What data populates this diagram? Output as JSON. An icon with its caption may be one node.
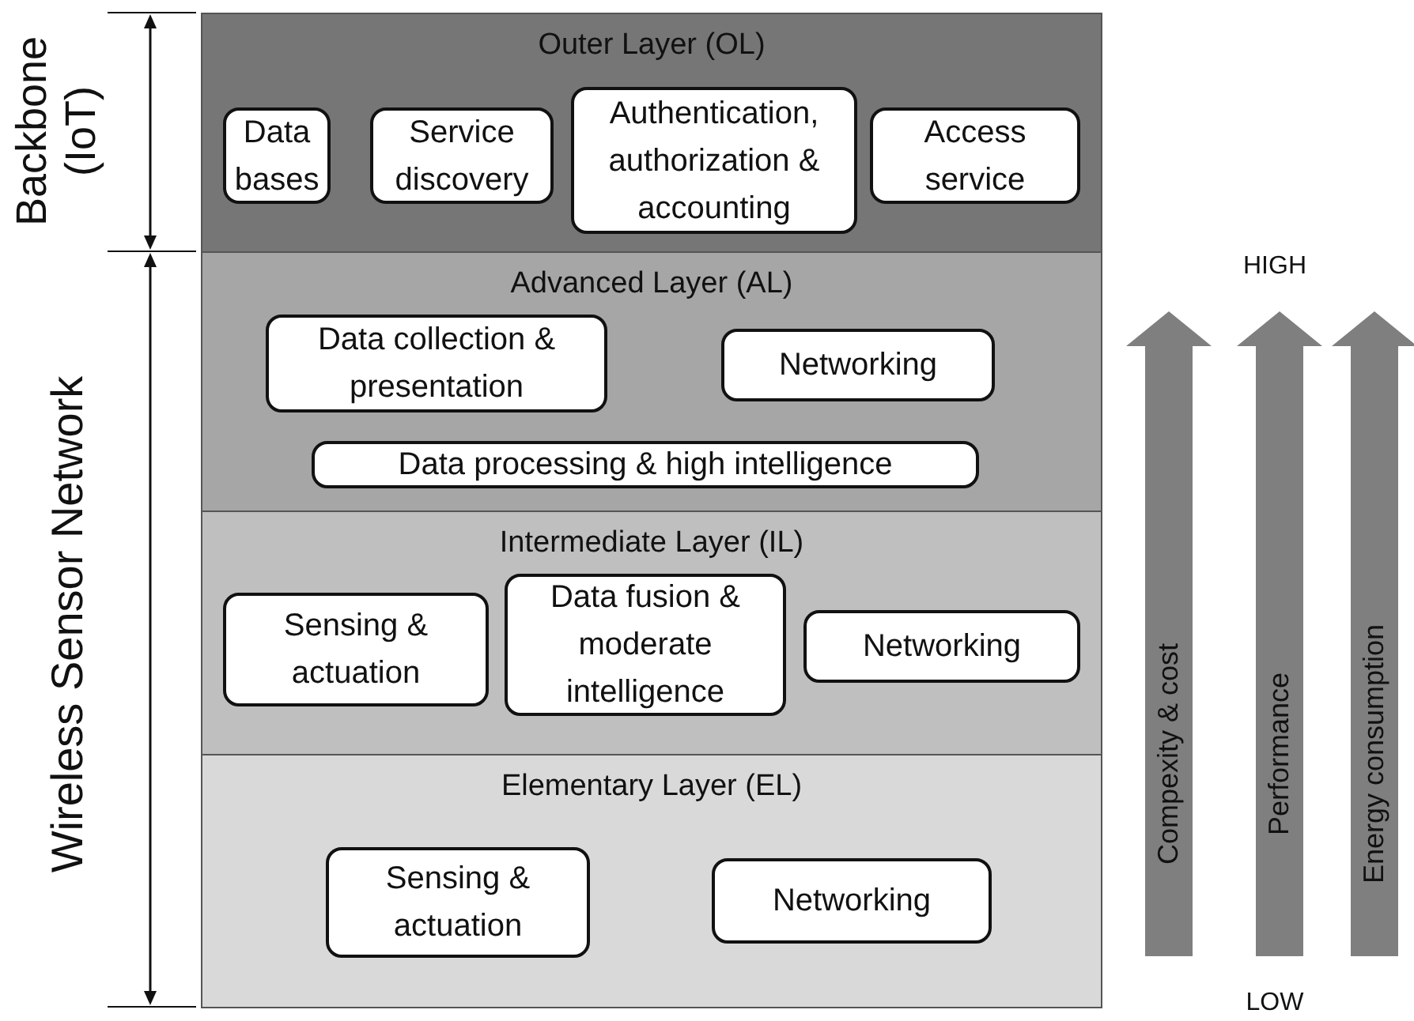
{
  "diagram": {
    "nodes": [
      {
        "text": [
          "Outer Layer (OL)"
        ]
      },
      {
        "text": [
          "Data bases"
        ],
        "in": 0
      },
      {
        "text": [
          "Service discovery"
        ],
        "in": 0
      },
      {
        "text": [
          "Authentication, authorization & accounting"
        ],
        "in": 0
      },
      {
        "text": [
          "Access service"
        ],
        "in": 0
      },
      {
        "text": [
          "Advanced Layer (AL)"
        ]
      },
      {
        "text": [
          "Data collection & presentation"
        ],
        "in": 5
      },
      {
        "text": [
          "Networking"
        ],
        "in": 5
      },
      {
        "text": [
          "Data processing & high intelligence"
        ],
        "in": 5
      },
      {
        "text": [
          "Intermediate Layer (IL)"
        ]
      },
      {
        "text": [
          "Sensing & actuation"
        ],
        "in": 9
      },
      {
        "text": [
          "Data fusion & moderate intelligence"
        ],
        "in": 9
      },
      {
        "text": [
          "Networking"
        ],
        "in": 9
      },
      {
        "text": [
          "Elementary Layer (EL)"
        ]
      },
      {
        "text": [
          "Sensing & actuation"
        ],
        "in": 13
      },
      {
        "text": [
          "Networking"
        ],
        "in": 13
      }
    ],
    "edges": [],
    "labels": [
      "Backbone (IoT)",
      "Wireless Sensor Network",
      "HIGH",
      "Compexity & cost",
      "Performance",
      "Energy consumption",
      "LOW"
    ]
  }
}
